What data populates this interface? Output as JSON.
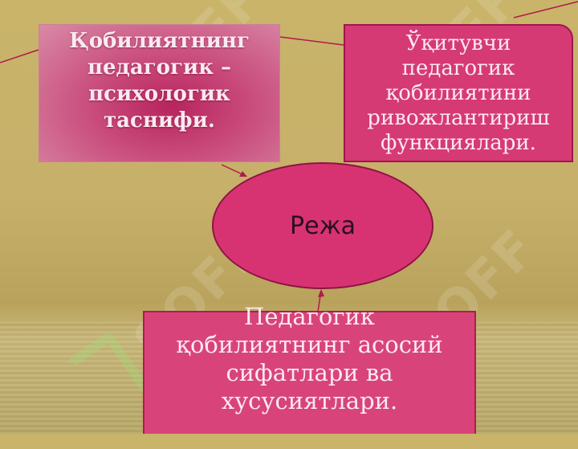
{
  "diagram": {
    "center": {
      "label": "Режа"
    },
    "boxes": {
      "classification": {
        "lines": [
          "Қобилиятнинг",
          "педагогик –",
          "психологик",
          "таснифи."
        ]
      },
      "functions": {
        "lines": [
          "Ўқитувчи",
          "педагогик",
          "қобилиятини",
          "ривожлантириш",
          "функциялари."
        ]
      },
      "qualities": {
        "lines": [
          "Педагогик",
          "қобилиятнинг асосий",
          "сифатлари ва",
          "хусусиятлари."
        ]
      }
    }
  },
  "watermark": {
    "text": "SOFF"
  },
  "colors": {
    "background": "#c9b46a",
    "box_pink": "#d63a75",
    "ellipse": "#d73373",
    "connector": "#b01a4a",
    "text_light": "#fbe9f1"
  }
}
